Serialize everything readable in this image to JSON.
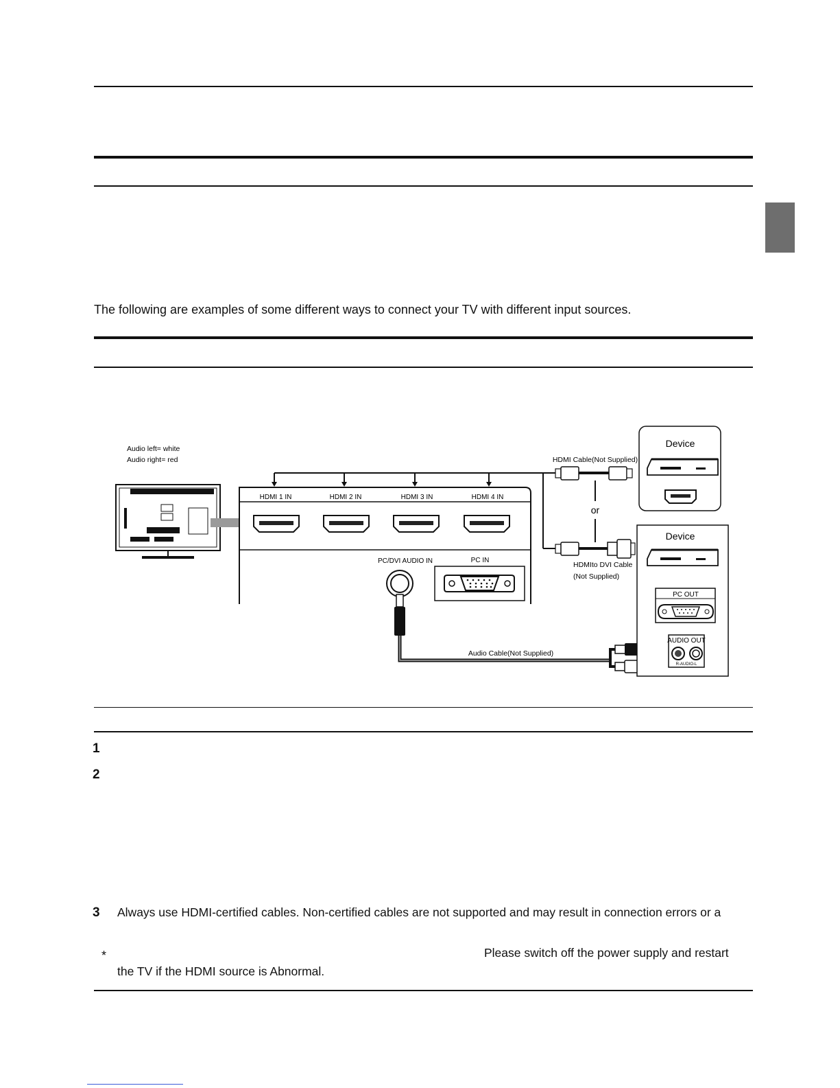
{
  "intro_text": "The following are examples of some different ways to connect your TV with different input sources.",
  "diagram": {
    "audio_left": "Audio left= white",
    "audio_right": "Audio right= red",
    "hdmi_ports": [
      "HDMI 1 IN",
      "HDMI 2 IN",
      "HDMI 3 IN",
      "HDMI 4 IN"
    ],
    "pc_dvi_audio_in": "PC/DVI AUDIO IN",
    "pc_in": "PC IN",
    "hdmi_cable": "HDMI Cable(Not Supplied)",
    "or": "or",
    "hdmi_dvi_cable_line1": "HDMIto DVI Cable",
    "hdmi_dvi_cable_line2": "(Not  Supplied)",
    "audio_cable": "Audio Cable(Not Supplied)",
    "device_1": "Device",
    "device_2": "Device",
    "pc_out": "PC OUT",
    "audio_out": "AUDIO OUT",
    "r_audio_l": "R-AUDIO-L"
  },
  "notes": {
    "marker_1": "1",
    "marker_2": "2",
    "marker_3": "3",
    "note_3": "Always use HDMI-certified cables. Non-certified cables are not supported and may result in connection errors or a",
    "asterisk": "*",
    "asterisk_line1": "Please switch off the power supply and restart",
    "asterisk_line2": "the TV if the HDMI source is Abnormal."
  },
  "colors": {
    "text": "#111111",
    "side_tab": "#6e6e6e",
    "cable": "#6a6a6a"
  }
}
